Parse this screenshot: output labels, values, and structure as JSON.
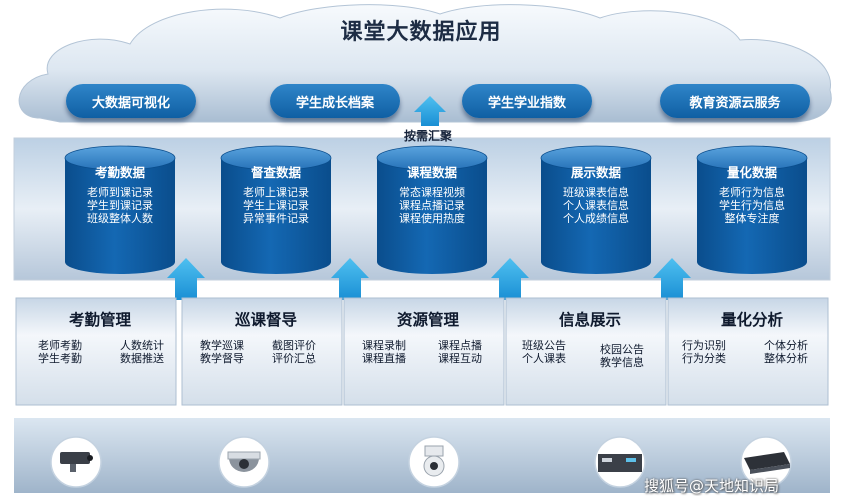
{
  "title": "课堂大数据应用",
  "cloud_buttons": [
    "大数据可视化",
    "学生成长档案",
    "学生学业指数",
    "教育资源云服务"
  ],
  "aggregate_label": "按需汇聚",
  "data_cylinders": [
    {
      "title": "考勤数据",
      "lines": [
        "老师到课记录",
        "学生到课记录",
        "班级整体人数"
      ]
    },
    {
      "title": "督查数据",
      "lines": [
        "老师上课记录",
        "学生上课记录",
        "异常事件记录"
      ]
    },
    {
      "title": "课程数据",
      "lines": [
        "常态课程视频",
        "课程点播记录",
        "课程使用热度"
      ]
    },
    {
      "title": "展示数据",
      "lines": [
        "班级课表信息",
        "个人课表信息",
        "个人成绩信息"
      ]
    },
    {
      "title": "量化数据",
      "lines": [
        "老师行为信息",
        "学生行为信息",
        "整体专注度"
      ]
    }
  ],
  "modules": [
    {
      "title": "考勤管理",
      "left": [
        "老师考勤",
        "学生考勤"
      ],
      "right": [
        "人数统计",
        "数据推送"
      ]
    },
    {
      "title": "巡课督导",
      "left": [
        "教学巡课",
        "教学督导"
      ],
      "right": [
        "截图评价",
        "评价汇总"
      ]
    },
    {
      "title": "资源管理",
      "left": [
        "课程录制",
        "课程直播"
      ],
      "right": [
        "课程点播",
        "课程互动"
      ]
    },
    {
      "title": "信息展示",
      "left": [
        "班级公告",
        "个人课表"
      ],
      "right": [
        "校园公告",
        "教学信息"
      ]
    },
    {
      "title": "量化分析",
      "left": [
        "行为识别",
        "行为分类"
      ],
      "right": [
        "个体分析",
        "整体分析"
      ]
    }
  ],
  "devices": [
    "camera-box-icon",
    "dome-camera-icon",
    "ptz-camera-icon",
    "recorder-icon",
    "nvr-icon"
  ],
  "watermark": "搜狐号@天地知识局",
  "colors": {
    "cylinder_top": "#2f82c9",
    "cylinder_body": "#0d5aa0",
    "arrow": "#2aa3df",
    "button": "#1f73b9"
  }
}
